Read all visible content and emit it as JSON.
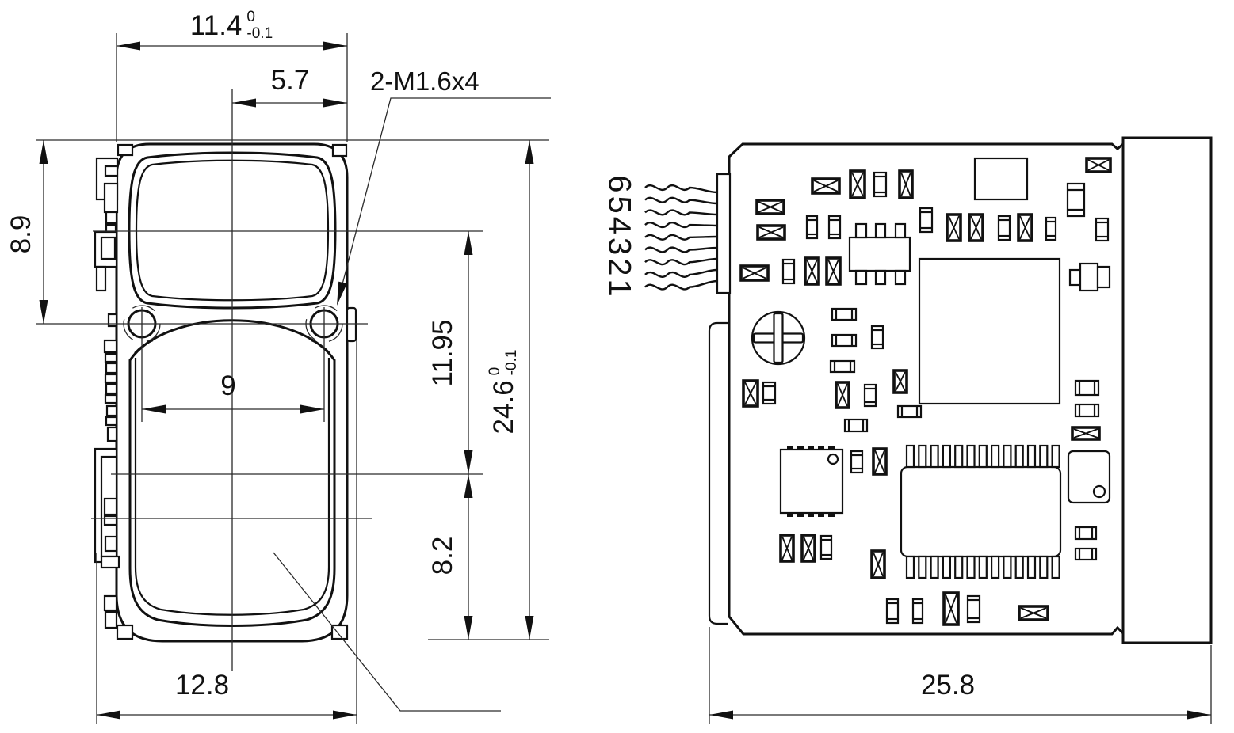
{
  "colors": {
    "background": "#ffffff",
    "ink": "#111111"
  },
  "left_view": {
    "dim_width_top": {
      "value": "11.4",
      "tol_upper": "0",
      "tol_lower": "-0.1"
    },
    "dim_width_half": "5.7",
    "thread_note": "2-M1.6x4",
    "dim_height_top": "8.9",
    "dim_hole_spacing": "9",
    "dim_height_mid": "11.95",
    "dim_height_total": {
      "value": "24.6",
      "tol_upper": "0",
      "tol_lower": "-0.1"
    },
    "dim_height_bottom": "8.2",
    "dim_width_bottom": "12.8"
  },
  "right_view": {
    "pin_numbers": "654321",
    "dim_width_total": "25.8"
  }
}
